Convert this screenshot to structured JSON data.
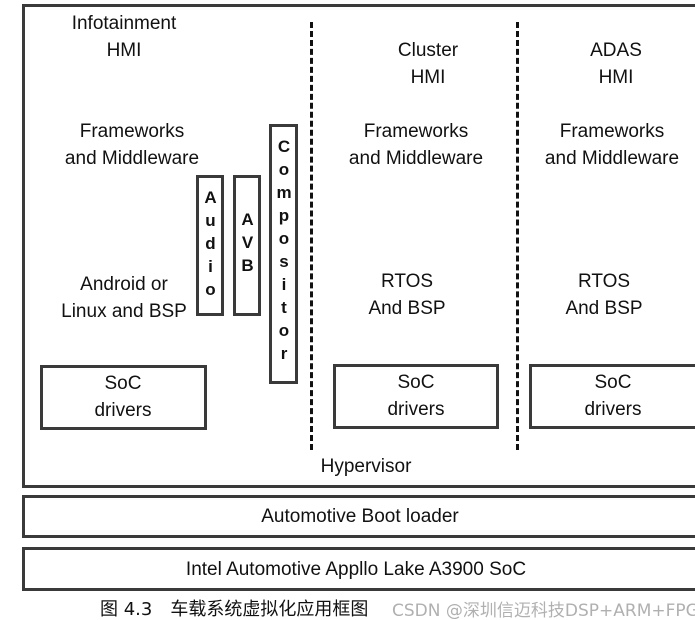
{
  "infotainment": {
    "title_line1": "Infotainment",
    "title_line2": "HMI",
    "fw_line1": "Frameworks",
    "fw_line2": "and Middleware",
    "os_line1": "Android or",
    "os_line2": "Linux and BSP",
    "soc_line1": "SoC",
    "soc_line2": "drivers"
  },
  "cluster": {
    "title_line1": "Cluster",
    "title_line2": "HMI",
    "fw_line1": "Frameworks",
    "fw_line2": "and Middleware",
    "os_line1": "RTOS",
    "os_line2": "And BSP",
    "soc_line1": "SoC",
    "soc_line2": "drivers"
  },
  "adas": {
    "title_line1": "ADAS",
    "title_line2": "HMI",
    "fw_line1": "Frameworks",
    "fw_line2": "and Middleware",
    "os_line1": "RTOS",
    "os_line2": "And BSP",
    "soc_line1": "SoC",
    "soc_line2": "drivers"
  },
  "vertical": {
    "audio": "Audio",
    "avb": "AVB",
    "compositor": "Compositor"
  },
  "hypervisor": "Hypervisor",
  "bootloader": "Automotive Boot loader",
  "soc": "Intel Automotive Appllo Lake A3900 SoC",
  "caption": "图 4.3　车载系统虚拟化应用框图",
  "watermark": "CSDN @深圳信迈科技DSP+ARM+FPGA"
}
